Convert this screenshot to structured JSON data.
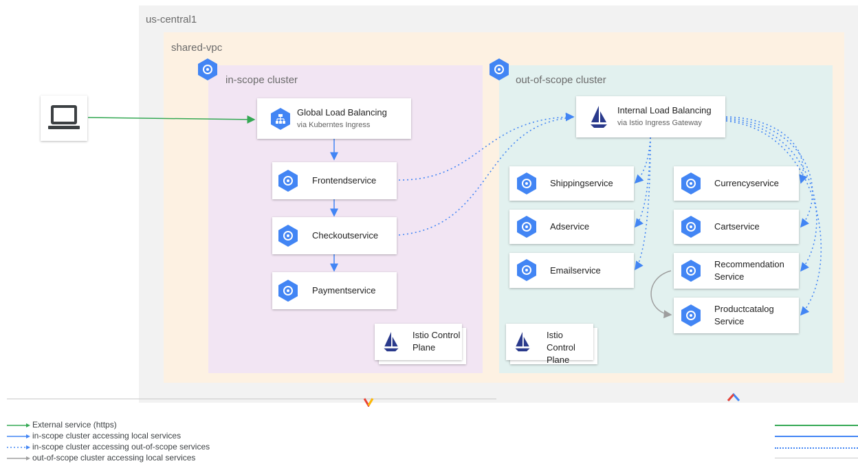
{
  "region": {
    "label": "us-central1"
  },
  "vpc": {
    "label": "shared-vpc"
  },
  "clusters": {
    "in_scope": {
      "label": "in-scope cluster"
    },
    "out_scope": {
      "label": "out-of-scope cluster"
    }
  },
  "nodes": {
    "glb": {
      "title": "Global Load Balancing",
      "subtitle": "via Kuberntes Ingress",
      "icon": "load-balancer-icon"
    },
    "ilb": {
      "title": "Internal Load Balancing",
      "subtitle": "via Istio Ingress Gateway",
      "icon": "istio-sail-icon"
    },
    "frontend": {
      "title": "Frontendservice"
    },
    "checkout": {
      "title": "Checkoutservice"
    },
    "payment": {
      "title": "Paymentservice"
    },
    "shipping": {
      "title": "Shippingservice"
    },
    "ad": {
      "title": "Adservice"
    },
    "email": {
      "title": "Emailservice"
    },
    "currency": {
      "title": "Currencyservice"
    },
    "cart": {
      "title": "Cartservice"
    },
    "recommendation": {
      "line1": "Recommendation",
      "line2": "Service"
    },
    "productcatalog": {
      "line1": "Productcatalog",
      "line2": "Service"
    },
    "istio_in": {
      "line1": "Istio Control",
      "line2": "Plane"
    },
    "istio_out": {
      "line1": "Istio Control",
      "line2": "Plane"
    }
  },
  "legend": [
    {
      "label": "External service (https)",
      "color": "#34a853",
      "style": "solid"
    },
    {
      "label": "in-scope cluster accessing local services",
      "color": "#4285f4",
      "style": "solid"
    },
    {
      "label": "in-scope cluster accessing out-of-scope services",
      "color": "#4285f4",
      "style": "dotted"
    },
    {
      "label": "out-of-scope cluster accessing local services",
      "color": "#9e9e9e",
      "style": "solid"
    }
  ],
  "colors": {
    "kubernetes_blue": "#4285f4",
    "external_green": "#34a853",
    "local_gray": "#9e9e9e",
    "istio_navy": "#2a3a8c"
  }
}
